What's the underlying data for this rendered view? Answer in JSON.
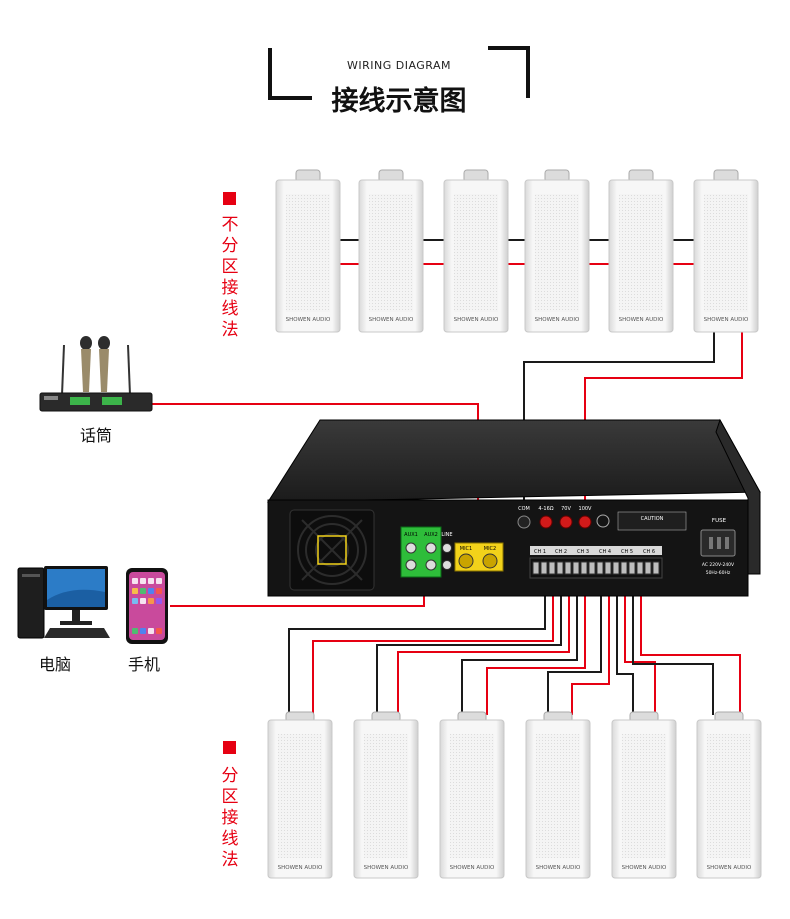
{
  "header": {
    "subtitle": "WIRING DIAGRAM",
    "title": "接线示意图"
  },
  "sections": {
    "top_method": [
      "不",
      "分",
      "区",
      "接",
      "线",
      "法"
    ],
    "bottom_method": [
      "分",
      "区",
      "接",
      "线",
      "法"
    ]
  },
  "devices": {
    "microphone": "话筒",
    "computer": "电脑",
    "phone": "手机"
  },
  "amplifier": {
    "aux_labels": [
      "AUX1",
      "AUX2"
    ],
    "line_label": "LINE",
    "mic_labels": [
      "MIC1",
      "MIC2"
    ],
    "com_label": "COM",
    "output_labels": [
      "4-16Ω",
      "70V",
      "100V"
    ],
    "channel_labels": [
      "CH 1",
      "CH 2",
      "CH 3",
      "CH 4",
      "CH 5",
      "CH 6"
    ],
    "fuse_label": "FUSE",
    "caution_label": "CAUTION",
    "power_label": "AC 220V-240V",
    "freq_label": "50Hz-60Hz",
    "speaker_brand": "SHOWEN AUDIO"
  },
  "colors": {
    "accent_red": "#e60012",
    "wire_black": "#1a1a1a",
    "amp_body": "#1c1c1c",
    "speaker_white": "#f2f2f2",
    "terminal_green": "#2ebd3a",
    "mic_yellow": "#f2d21a"
  }
}
